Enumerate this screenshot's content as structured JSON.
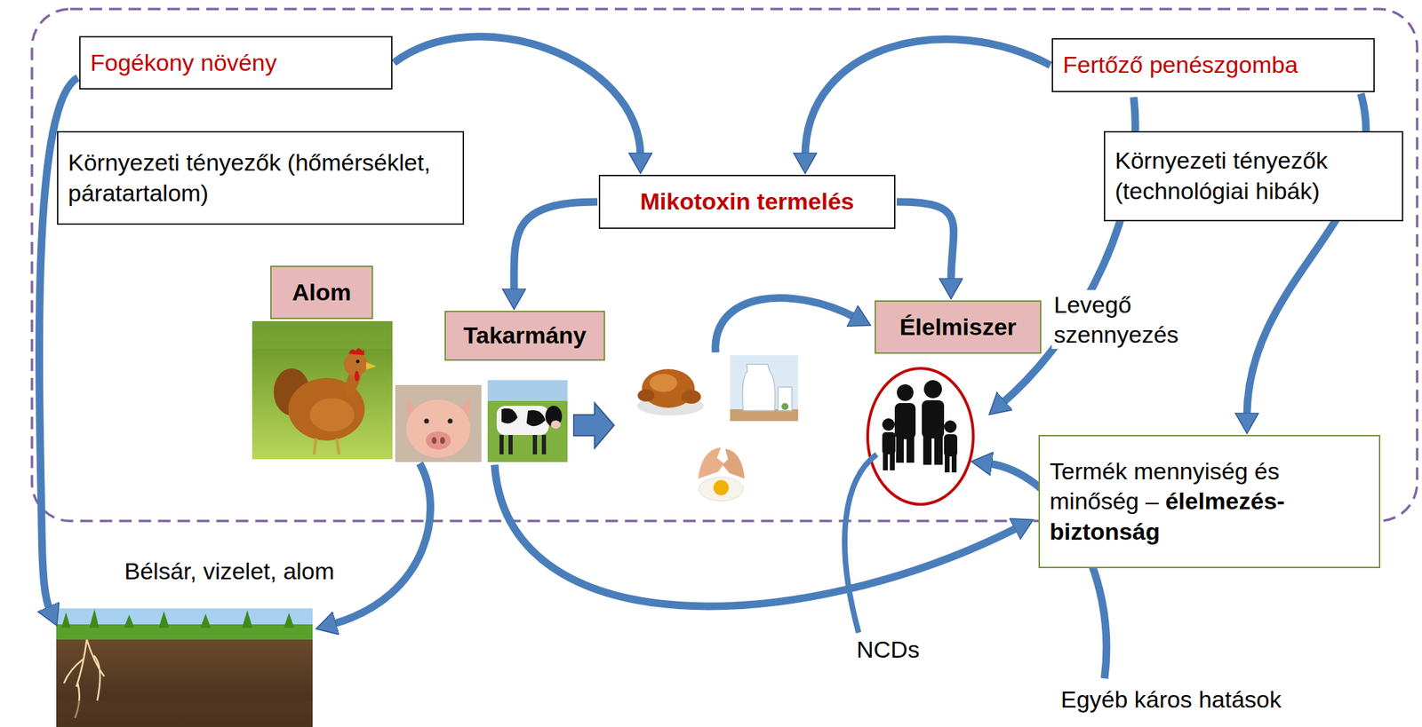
{
  "diagram": {
    "nodes": [
      {
        "text": [
          "Fogékony növény"
        ]
      },
      {
        "text": [
          "Fertőző penészgomba"
        ]
      },
      {
        "text": [
          "Környezeti tényezők (hőmérséklet, páratartalom)"
        ]
      },
      {
        "text": [
          "Mikotoxin termelés"
        ]
      },
      {
        "text": [
          "Környezeti tényezők (technológiai hibák)"
        ]
      },
      {
        "text": [
          "Alom"
        ]
      },
      {
        "text": [
          "Takarmány"
        ]
      },
      {
        "text": [
          "Élelmiszer"
        ]
      },
      {
        "text": [
          "Termék mennyiség és minőség –",
          "élelmezés-biztonság"
        ]
      }
    ],
    "edges": [
      {
        "from": 0,
        "to": 3,
        "arrow": "to"
      },
      {
        "from": 1,
        "to": 3,
        "arrow": "to"
      },
      {
        "from": 3,
        "to": 6,
        "arrow": "to"
      },
      {
        "from": 3,
        "to": 7,
        "arrow": "to"
      },
      {
        "from": 1,
        "to": 8,
        "arrow": "to"
      }
    ],
    "labels": [
      "Levegő szennyezés",
      "Bélsár, vizelet, alom",
      "NCDs",
      "Egyéb káros hatások"
    ]
  }
}
